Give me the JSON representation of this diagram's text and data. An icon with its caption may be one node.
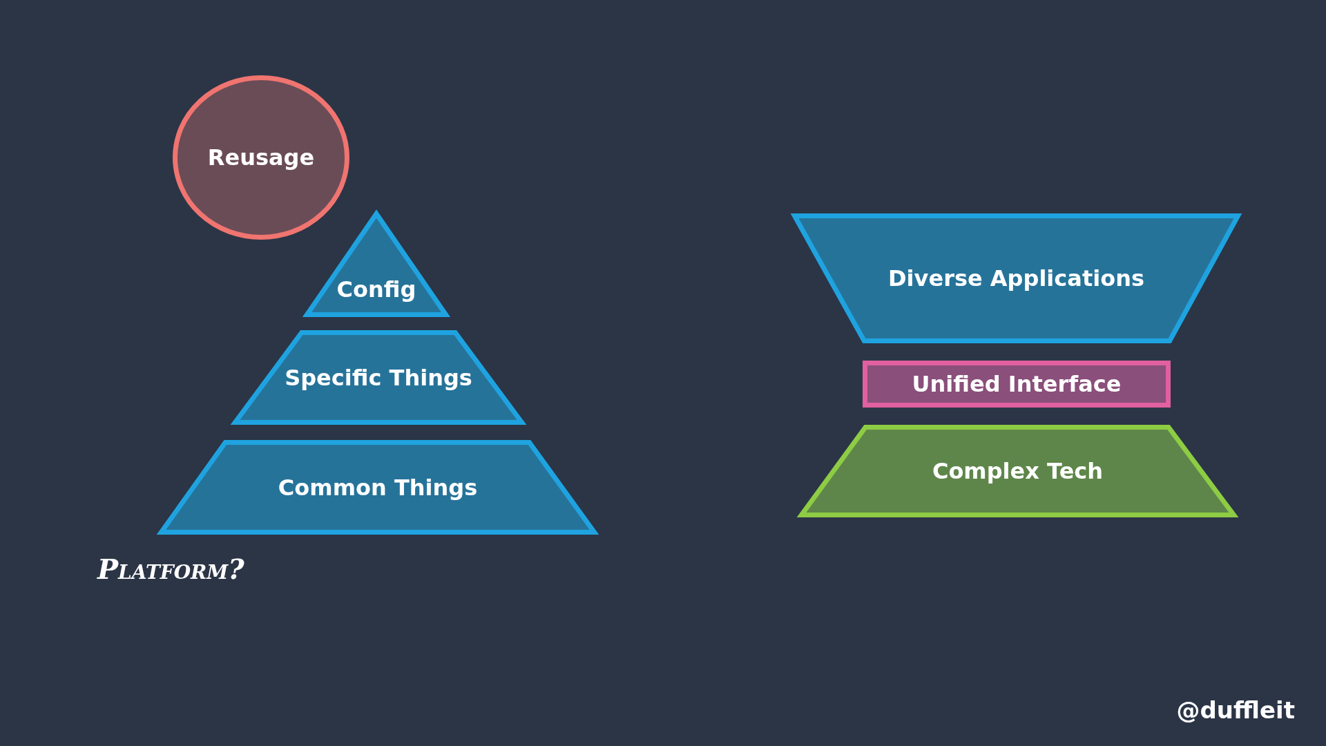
{
  "diagram": {
    "nodes": [
      {
        "text": [
          "Reusage"
        ]
      },
      {
        "text": [
          "Config"
        ]
      },
      {
        "text": [
          "Specific Things"
        ]
      },
      {
        "text": [
          "Common Things"
        ]
      },
      {
        "text": [
          "Diverse Applications"
        ]
      },
      {
        "text": [
          "Unified Interface"
        ]
      },
      {
        "text": [
          "Complex Tech"
        ]
      }
    ],
    "labels": [
      "Platform?",
      "@duffleit"
    ]
  }
}
